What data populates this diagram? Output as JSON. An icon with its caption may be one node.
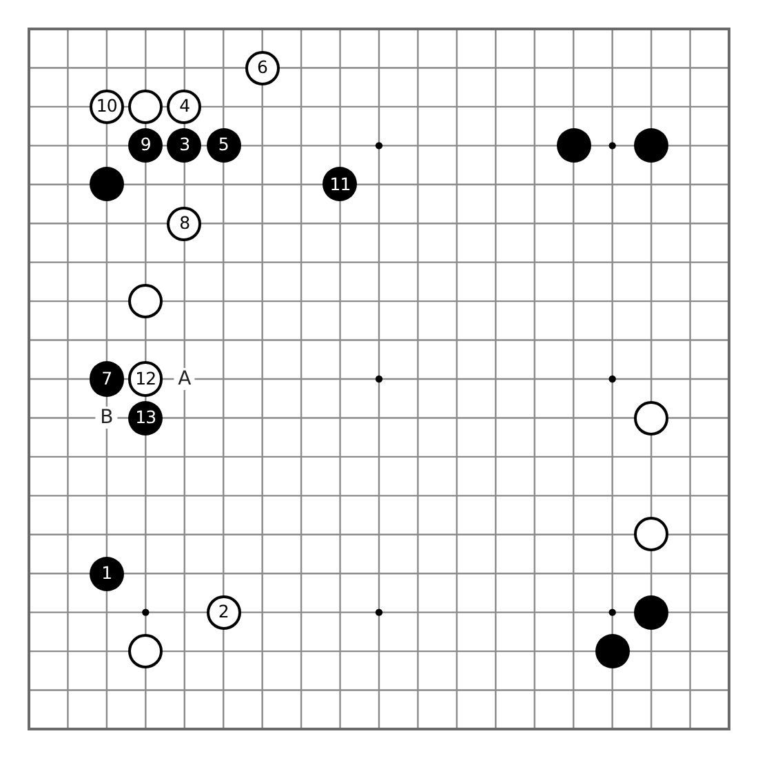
{
  "diagram": {
    "nodes": [
      {
        "text": [
          "6"
        ]
      },
      {
        "text": [
          "10"
        ]
      },
      {
        "text": [],
        "shape": "circle"
      },
      {
        "text": [
          "4"
        ]
      },
      {
        "text": [
          "9"
        ]
      },
      {
        "text": [
          "3"
        ]
      },
      {
        "text": [
          "5"
        ]
      },
      {
        "text": [],
        "shape": "circle"
      },
      {
        "text": [],
        "shape": "circle"
      },
      {
        "text": [],
        "shape": "circle"
      },
      {
        "text": [
          "11"
        ]
      },
      {
        "text": [
          "8"
        ]
      },
      {
        "text": [],
        "shape": "circle"
      },
      {
        "text": [
          "7"
        ]
      },
      {
        "text": [
          "12"
        ]
      },
      {
        "text": [
          "13"
        ]
      },
      {
        "text": [],
        "shape": "circle"
      },
      {
        "text": [],
        "shape": "circle"
      },
      {
        "text": [
          "1"
        ]
      },
      {
        "text": [
          "2"
        ]
      },
      {
        "text": [],
        "shape": "circle"
      },
      {
        "text": [],
        "shape": "circle"
      },
      {
        "text": [],
        "shape": "circle"
      }
    ],
    "labels": [
      "A",
      "B"
    ]
  }
}
